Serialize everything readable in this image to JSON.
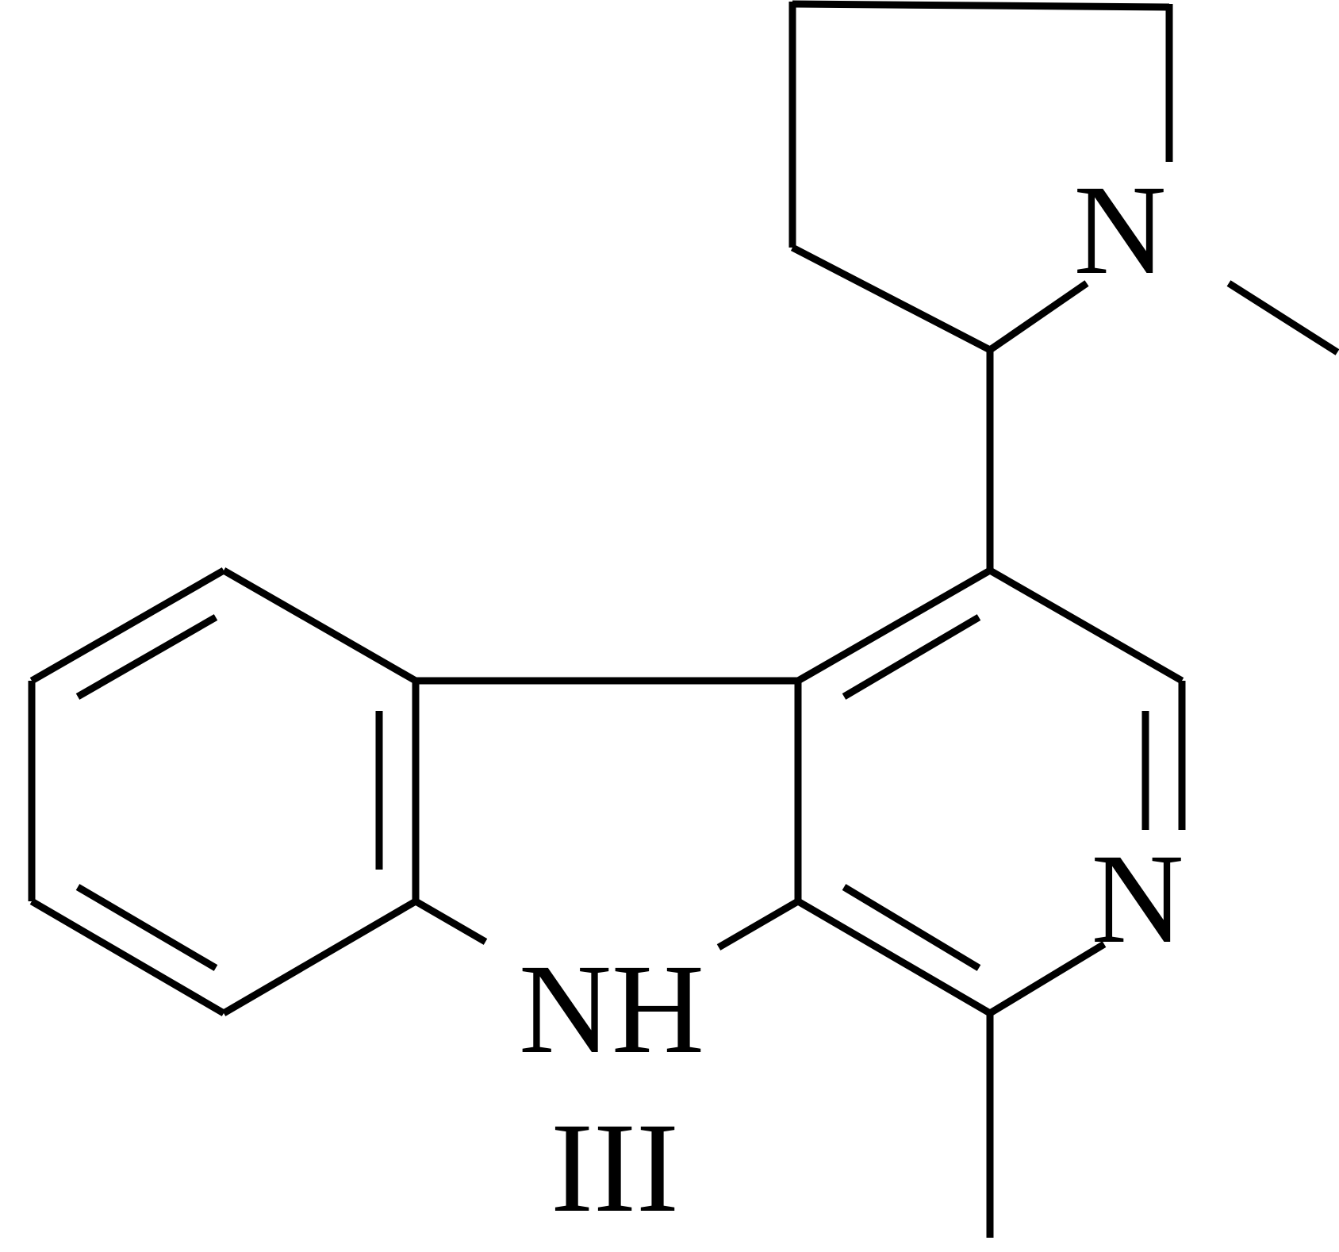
{
  "molecule": {
    "atom_labels": {
      "pyrrolidine_n": "N",
      "pyridine_n": "N",
      "indole_nh": "NH"
    },
    "compound_label": "III"
  },
  "colors": {
    "ink": "#000000",
    "background": "#ffffff"
  }
}
